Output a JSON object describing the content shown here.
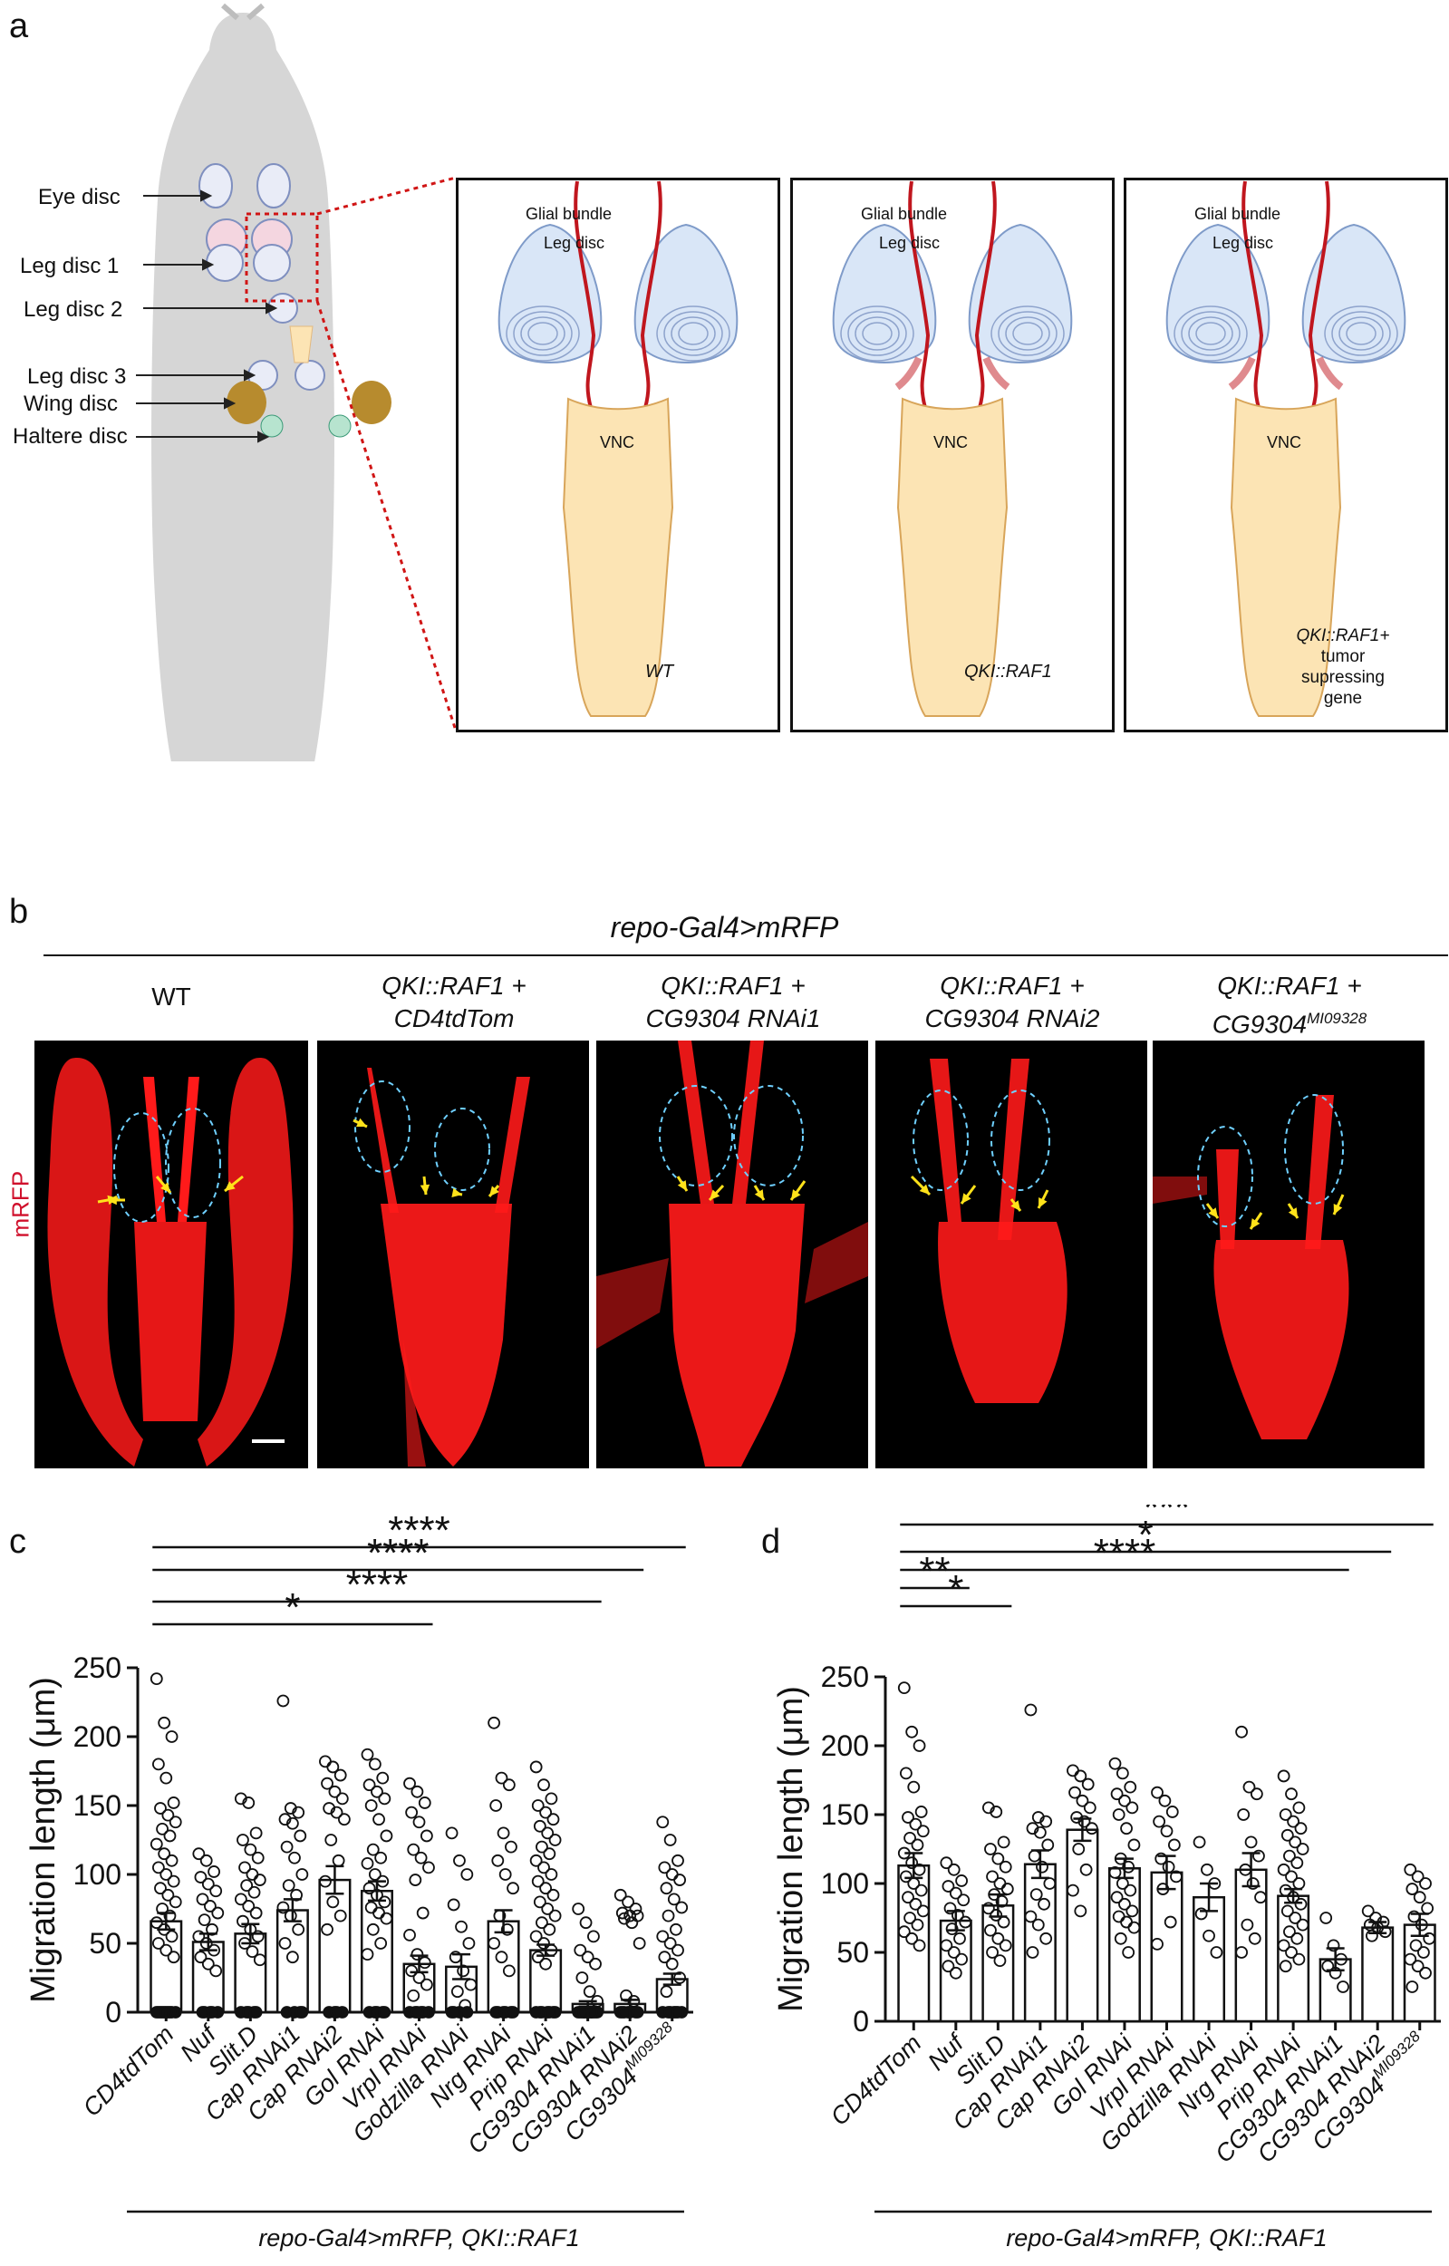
{
  "panels": {
    "a": "a",
    "b": "b",
    "c": "c",
    "d": "d"
  },
  "panel_a": {
    "larva_labels": [
      "Eye disc",
      "Leg disc 1",
      "Leg disc 2",
      "Leg disc 3",
      "Wing disc",
      "Haltere disc"
    ],
    "box_labels": {
      "glial_bundle": "Glial bundle",
      "leg_disc": "Leg disc",
      "vnc": "VNC"
    },
    "conditions": [
      "WT",
      "QKI::RAF1",
      "QKI::RAF1+",
      "tumor",
      "supressing",
      "gene"
    ]
  },
  "panel_b": {
    "title": "repo-Gal4>mRFP",
    "channel_label": "mRFP",
    "columns": [
      {
        "l1": "WT",
        "l2": ""
      },
      {
        "l1": "QKI::RAF1 +",
        "l2": "CD4tdTom"
      },
      {
        "l1": "QKI::RAF1 +",
        "l2": "CG9304 RNAi1"
      },
      {
        "l1": "QKI::RAF1 +",
        "l2": "CG9304 RNAi2"
      },
      {
        "l1": "QKI::RAF1 +",
        "l2": "CG9304",
        "sup": "MI09328"
      }
    ]
  },
  "colors": {
    "signal": "#ff1a1a",
    "glia": "#c0161e",
    "vnc_fill": "#fce4b4",
    "disc_fill": "#d9e6f7",
    "body": "#d6d6d6",
    "arrow": "#ffe21a",
    "dash": "#6fd0ff"
  },
  "chart_data": [
    {
      "type": "bar",
      "panel": "c",
      "ylabel": "Migration length (μm)",
      "ylim": [
        0,
        250
      ],
      "yticks": [
        "0",
        "50",
        "100",
        "150",
        "200",
        "250"
      ],
      "categories": [
        "CD4tdTom",
        "Nuf",
        "Slit.D",
        "Cap RNAi1",
        "Cap RNAi2",
        "Gol RNAi",
        "Vrpl RNAi",
        "Godzilla RNAi",
        "Nrg RNAi",
        "Prip RNAi",
        "CG9304 RNAi1",
        "CG9304 RNAi2",
        "CG9304MI09328"
      ],
      "values": [
        66,
        51,
        57,
        74,
        96,
        88,
        35,
        33,
        66,
        45,
        6,
        6,
        24
      ],
      "errors": [
        6,
        6,
        7,
        8,
        10,
        7,
        6,
        9,
        8,
        4,
        2,
        3,
        4
      ],
      "points": [
        [
          242,
          210,
          200,
          180,
          170,
          152,
          148,
          143,
          138,
          133,
          128,
          122,
          115,
          110,
          105,
          100,
          95,
          90,
          85,
          80,
          75,
          70,
          65,
          60,
          55,
          50,
          45,
          40,
          0,
          0,
          0,
          0,
          0,
          0,
          0,
          0,
          0,
          0
        ],
        [
          115,
          110,
          102,
          98,
          93,
          88,
          82,
          77,
          72,
          67,
          60,
          55,
          50,
          45,
          40,
          35,
          30,
          0,
          0,
          0,
          0,
          0
        ],
        [
          155,
          152,
          130,
          125,
          118,
          112,
          105,
          100,
          96,
          92,
          87,
          82,
          77,
          72,
          66,
          60,
          55,
          50,
          44,
          38,
          0,
          0,
          0,
          0,
          0
        ],
        [
          226,
          148,
          145,
          140,
          137,
          128,
          120,
          112,
          100,
          92,
          85,
          76,
          70,
          60,
          50,
          40,
          0,
          0,
          0,
          0
        ],
        [
          182,
          178,
          172,
          166,
          160,
          155,
          148,
          145,
          140,
          125,
          110,
          95,
          80,
          70,
          60,
          0,
          0,
          0,
          0
        ],
        [
          187,
          180,
          170,
          165,
          160,
          155,
          150,
          140,
          128,
          118,
          112,
          108,
          100,
          95,
          90,
          85,
          80,
          76,
          72,
          68,
          60,
          50,
          42,
          0,
          0,
          0,
          0,
          0
        ],
        [
          166,
          160,
          152,
          145,
          138,
          128,
          118,
          112,
          105,
          96,
          72,
          56,
          42,
          36,
          30,
          25,
          20,
          12,
          0,
          0,
          0,
          0,
          0,
          0
        ],
        [
          130,
          110,
          100,
          78,
          62,
          50,
          40,
          30,
          20,
          15,
          5,
          0,
          0,
          0,
          0
        ],
        [
          210,
          170,
          165,
          150,
          130,
          120,
          110,
          100,
          90,
          70,
          60,
          50,
          40,
          30,
          0,
          0,
          0,
          0,
          0,
          0
        ],
        [
          178,
          165,
          155,
          150,
          145,
          140,
          135,
          130,
          125,
          120,
          115,
          110,
          105,
          100,
          95,
          90,
          85,
          80,
          75,
          70,
          65,
          60,
          55,
          50,
          45,
          40,
          35,
          0,
          0,
          0,
          0,
          0,
          0,
          0
        ],
        [
          75,
          65,
          55,
          45,
          40,
          35,
          25,
          15,
          8,
          0,
          0,
          0,
          0,
          0,
          0,
          0,
          0,
          0,
          0,
          0,
          0,
          0
        ],
        [
          85,
          80,
          75,
          72,
          70,
          70,
          68,
          65,
          50,
          12,
          8,
          0,
          0,
          0,
          0,
          0,
          0,
          0
        ],
        [
          138,
          125,
          110,
          105,
          100,
          96,
          90,
          82,
          76,
          70,
          60,
          55,
          50,
          45,
          40,
          35,
          25,
          15,
          0,
          0,
          0,
          0,
          0,
          0,
          0
        ]
      ],
      "significance": [
        {
          "from": "CD4tdTom",
          "to": "Vrpl RNAi",
          "label": "*"
        },
        {
          "from": "CD4tdTom",
          "to": "CG9304 RNAi1",
          "label": "****"
        },
        {
          "from": "CD4tdTom",
          "to": "CG9304 RNAi2",
          "label": "****"
        },
        {
          "from": "CD4tdTom",
          "to": "CG9304MI09328",
          "label": "****"
        }
      ],
      "footer": "repo-Gal4>mRFP, QKI::RAF1"
    },
    {
      "type": "bar",
      "panel": "d",
      "ylabel": "Migration length (μm)",
      "ylim": [
        0,
        250
      ],
      "yticks": [
        "0",
        "50",
        "100",
        "150",
        "200",
        "250"
      ],
      "categories": [
        "CD4tdTom",
        "Nuf",
        "Slit.D",
        "Cap RNAi1",
        "Cap RNAi2",
        "Gol RNAi",
        "Vrpl RNAi",
        "Godzilla RNAi",
        "Nrg RNAi",
        "Prip RNAi",
        "CG9304 RNAi1",
        "CG9304 RNAi2",
        "CG9304MI09328"
      ],
      "values": [
        113,
        73,
        84,
        114,
        139,
        111,
        108,
        90,
        110,
        91,
        45,
        68,
        70
      ],
      "errors": [
        9,
        7,
        8,
        10,
        8,
        7,
        12,
        10,
        12,
        5,
        8,
        4,
        8
      ],
      "points": [
        [
          242,
          210,
          200,
          180,
          170,
          152,
          148,
          143,
          138,
          133,
          128,
          122,
          115,
          110,
          105,
          100,
          95,
          90,
          85,
          80,
          75,
          70,
          65,
          60,
          55
        ],
        [
          115,
          110,
          102,
          98,
          93,
          88,
          82,
          77,
          72,
          67,
          60,
          55,
          50,
          45,
          40,
          35
        ],
        [
          155,
          152,
          130,
          125,
          118,
          112,
          105,
          100,
          96,
          92,
          87,
          82,
          77,
          72,
          66,
          60,
          55,
          50,
          44
        ],
        [
          226,
          148,
          145,
          140,
          137,
          128,
          120,
          112,
          100,
          92,
          85,
          76,
          70,
          60,
          50
        ],
        [
          182,
          178,
          172,
          166,
          160,
          155,
          148,
          145,
          140,
          125,
          110,
          95,
          80
        ],
        [
          187,
          180,
          170,
          165,
          160,
          155,
          150,
          140,
          128,
          118,
          112,
          108,
          100,
          95,
          90,
          85,
          80,
          76,
          72,
          68,
          60,
          50
        ],
        [
          166,
          160,
          152,
          145,
          138,
          128,
          118,
          112,
          105,
          96,
          72,
          56
        ],
        [
          130,
          110,
          100,
          78,
          62,
          50
        ],
        [
          210,
          170,
          165,
          150,
          130,
          120,
          110,
          100,
          90,
          70,
          60,
          50
        ],
        [
          178,
          165,
          155,
          150,
          145,
          140,
          135,
          130,
          125,
          120,
          115,
          110,
          105,
          100,
          95,
          90,
          85,
          80,
          75,
          70,
          65,
          60,
          55,
          50,
          45,
          40
        ],
        [
          75,
          55,
          45,
          40,
          35,
          25
        ],
        [
          80,
          75,
          72,
          70,
          68,
          65,
          62
        ],
        [
          110,
          105,
          100,
          96,
          90,
          82,
          76,
          70,
          60,
          55,
          50,
          45,
          40,
          35,
          25
        ]
      ],
      "significance": [
        {
          "from": "CD4tdTom",
          "to": "Slit.D",
          "label": "*"
        },
        {
          "from": "CD4tdTom",
          "to": "Nuf",
          "label": "**"
        },
        {
          "from": "CD4tdTom",
          "to": "CG9304 RNAi1",
          "label": "****"
        },
        {
          "from": "CD4tdTom",
          "to": "CG9304 RNAi2",
          "label": "*"
        },
        {
          "from": "CD4tdTom",
          "to": "CG9304MI09328",
          "label": "***"
        }
      ],
      "footer": "repo-Gal4>mRFP, QKI::RAF1"
    }
  ]
}
